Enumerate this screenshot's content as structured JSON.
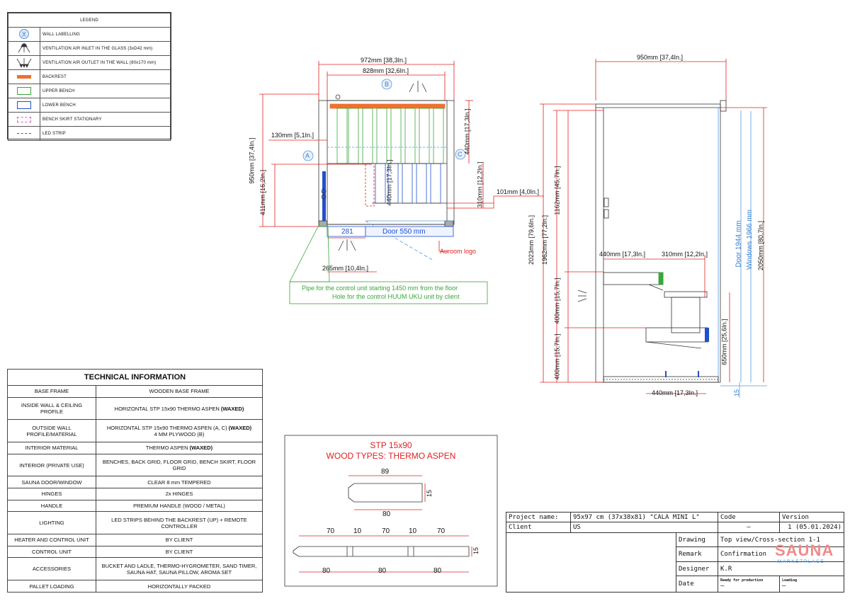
{
  "legend": {
    "title": "LEGEND",
    "items": [
      {
        "label": "WALL LABELLING",
        "symbol": "circle-x-icon"
      },
      {
        "label": "VENTILATION AIR INLET IN THE GLASS (3xD42 mm)",
        "symbol": "inlet-arrows-icon"
      },
      {
        "label": "VENTILATION AIR OUTLET IN THE WALL (80x170 mm)",
        "symbol": "outlet-arrows-icon"
      },
      {
        "label": "BACKREST",
        "symbol": "orange-bar-icon"
      },
      {
        "label": "UPPER BENCH",
        "symbol": "green-rect-icon"
      },
      {
        "label": "LOWER BENCH",
        "symbol": "blue-rect-icon"
      },
      {
        "label": "BENCH SKIRT STATIONARY",
        "symbol": "pink-dashed-rect-icon"
      },
      {
        "label": "LED STRIP",
        "symbol": "red-dashed-line-icon"
      }
    ]
  },
  "tech": {
    "title": "TECHNICAL INFORMATION",
    "rows": [
      [
        "BASE FRAME",
        "WOODEN BASE FRAME",
        ""
      ],
      [
        "INSIDE WALL & CEILING PROFILE",
        "HORIZONTAL STP 15x90 THERMO ASPEN ",
        "(WAXED)"
      ],
      [
        "OUTSIDE WALL PROFILE/MATERIAL",
        "HORIZONTAL STP 15x90 THERMO ASPEN (A, C) ",
        "(WAXED)"
      ],
      [
        "INTERIOR MATERIAL",
        "THERMO ASPEN ",
        "(WAXED)"
      ],
      [
        "INTERIOR (PRIVATE USE)",
        "BENCHES, BACK GRID, FLOOR GRID, BENCH SKIRT, FLOOR GRID",
        ""
      ],
      [
        "SAUNA DOOR/WINDOW",
        "CLEAR 8 mm TEMPERED",
        ""
      ],
      [
        "HINGES",
        "2x HINGES",
        ""
      ],
      [
        "HANDLE",
        "PREMIUM HANDLE (WOOD / METAL)",
        ""
      ],
      [
        "LIGHTING",
        "LED STRIPS BEHIND THE BACKREST (UP) + REMOTE CONTROLLER",
        ""
      ],
      [
        "HEATER AND CONTROL UNIT",
        "BY CLIENT",
        ""
      ],
      [
        "CONTROL UNIT",
        "BY CLIENT",
        ""
      ],
      [
        "ACCESSORIES",
        "BUCKET AND LADLE, THERMO-HYGROMETER, SAND TIMER, SAUNA HAT, SAUNA PILLOW, AROMA SET",
        ""
      ],
      [
        "PALLET LOADING",
        "HORIZONTALLY PACKED",
        ""
      ]
    ],
    "outside_extra": "4 MM PLYWOOD (B)"
  },
  "profile": {
    "title1": "STP 15x90",
    "title2": "WOOD TYPES: THERMO ASPEN",
    "single": {
      "top": "89",
      "bottom": "80",
      "side": "15"
    },
    "multi": {
      "top": [
        "70",
        "10",
        "70",
        "10",
        "70"
      ],
      "bottom": [
        "80",
        "80",
        "80"
      ],
      "side": "15"
    }
  },
  "title_block": {
    "project_label": "Project name:",
    "project_value": "95x97 cm (37x38x81) \"CALA MINI L\"",
    "client_label": "Client",
    "client_value": "US",
    "code_label": "Code",
    "code_value": "–",
    "version_label": "Version",
    "version_value": "1 (05.01.2024)",
    "drawing_label": "Drawing",
    "drawing_value": "Top view/Cross-section 1-1",
    "remark_label": "Remark",
    "remark_value": "Confirmation",
    "designer_label": "Designer",
    "designer_value": "K.R",
    "date_label": "Date",
    "ready_label": "Ready for production",
    "ready_value": "–",
    "loading_label": "Loading",
    "loading_value": "–"
  },
  "logo": {
    "brand": "SAUNA",
    "sub": "MARKETPLACE"
  },
  "top_view": {
    "dims": {
      "w972": "972mm [38,3In.]",
      "w828": "828mm [32,6In.]",
      "d950": "950mm [37,4In.]",
      "d411": "411mm [16,2In.]",
      "w130": "130mm [5,1In.]",
      "d440": "440mm [17,3In.]",
      "d440b": "440mm [17,3In.]",
      "d310": "310mm [12,2In.]",
      "w101": "101mm [4,0In.]",
      "w281": "281",
      "door": "Door 550 mm",
      "w265": "265mm [10,4In.]"
    },
    "walls": [
      "A",
      "B",
      "C"
    ],
    "aurum": "Auroom logo",
    "note1": "Pipe for the control unit starting 1450 mm from the floor",
    "note2": "Hole for the control HUUM UKU unit by client"
  },
  "section_view": {
    "dims": {
      "w950": "950mm [37,4In.]",
      "h2023": "2023mm [79,6In.]",
      "h1962": "1962mm [77,2In.]",
      "h1162": "1162mm [45,7In.]",
      "h400a": "400mm [15,7In.]",
      "h400b": "400mm [15,7In.]",
      "door": "Door 1944 mm",
      "windows": "Windows 1966 mm",
      "h2050": "2050mm [80,7In.]",
      "w440": "440mm [17,3In.]",
      "w310": "310mm [12,2In.]",
      "h650": "650mm [25,6In.]",
      "w440b": "440mm [17,3In.]",
      "h15": "15"
    }
  },
  "colors": {
    "red": "#e02020",
    "green": "#3aa63a",
    "blue": "#2050d0",
    "orange": "#f07030",
    "pink": "#d060c0",
    "lightblue": "#5599dd"
  }
}
